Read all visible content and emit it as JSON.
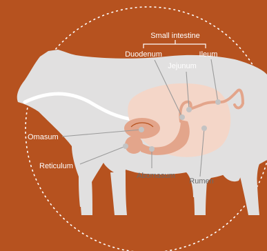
{
  "colors": {
    "background": "#b6521f",
    "cow_body": "#e1e0e0",
    "circle_dash": "#ffffff",
    "stomach_light": "#f4d6c8",
    "organ": "#e3a58b",
    "organ_line": "#b6521f",
    "leader": "#9a9a9a",
    "dot": "#c3c3c3",
    "label_on_bg": "#ffffff",
    "label_on_cow": "#6a6a6a",
    "esophagus": "#ffffff"
  },
  "diagram": {
    "subject": "cow-digestive-system",
    "group_label": "Small intestine",
    "labels": {
      "duodenum": "Duodenum",
      "jejunum": "Jejunum",
      "ileum": "Ileum",
      "omasum": "Omasum",
      "reticulum": "Reticulum",
      "abomasum": "Abomasum",
      "rumen": "Rumen"
    }
  }
}
